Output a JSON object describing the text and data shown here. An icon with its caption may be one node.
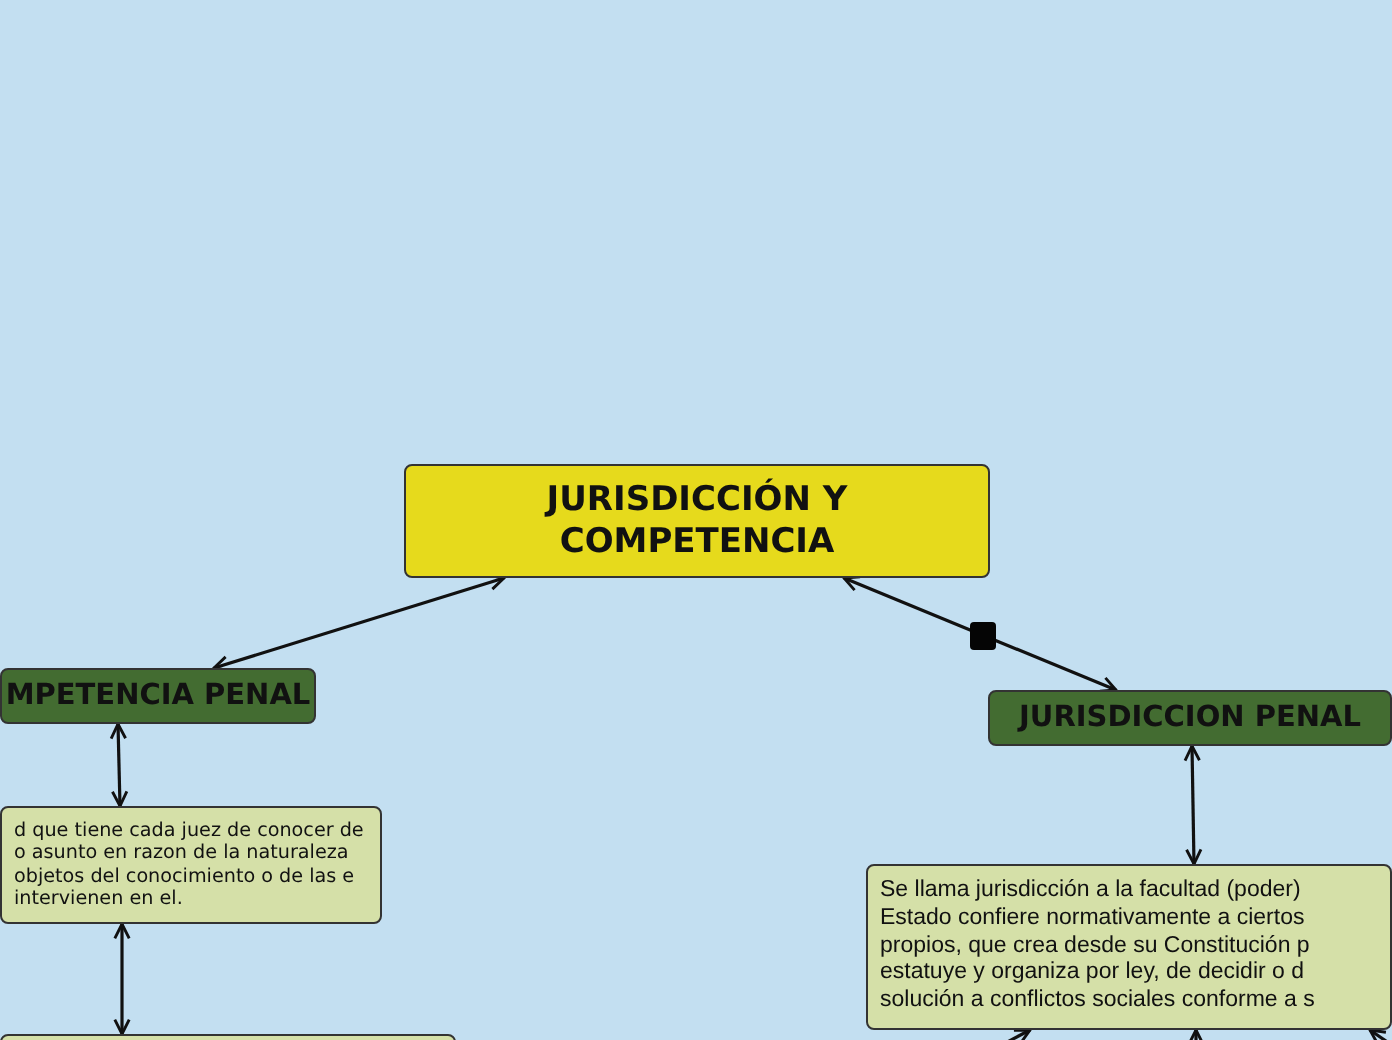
{
  "diagram": {
    "nodes": [
      {
        "text": [
          "JURISDICCIÓN Y COMPETENCIA"
        ]
      },
      {
        "text": [
          "MPETENCIA PENAL"
        ]
      },
      {
        "text": [
          "JURISDICCION PENAL"
        ]
      },
      {
        "text": [
          "d que tiene cada juez de conocer de o asunto en razon de la naturaleza objetos del conocimiento o de las e intervienen en el."
        ]
      },
      {
        "text": [
          "Se llama jurisdicción a la facultad (poder) Estado confiere normativamente a ciertos propios, que crea desde su Constitución p estatuye y organiza por ley, de decidir o d solución a conflictos sociales conforme a s"
        ]
      },
      {
        "text": [],
        "shape": "box"
      }
    ],
    "edges": [
      {
        "from": 0,
        "to": 1,
        "arrow": "both"
      },
      {
        "from": 0,
        "to": 2,
        "arrow": "both"
      },
      {
        "from": 1,
        "to": 3,
        "arrow": "both"
      },
      {
        "from": 3,
        "to": 5,
        "arrow": "both"
      },
      {
        "from": 2,
        "to": 4,
        "arrow": "both"
      },
      {
        "from": null,
        "to": 4,
        "arrow": "to"
      },
      {
        "from": null,
        "to": 4,
        "arrow": "to"
      },
      {
        "from": null,
        "to": 4,
        "arrow": "to"
      }
    ]
  }
}
